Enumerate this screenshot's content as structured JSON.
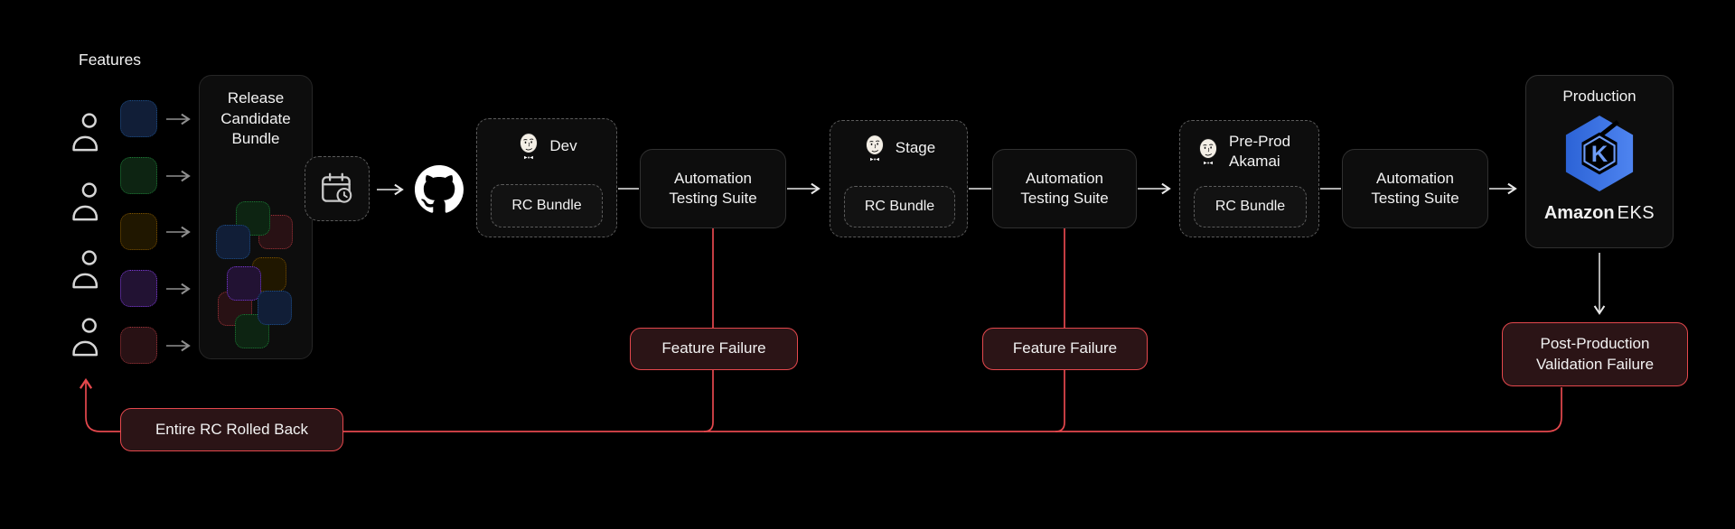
{
  "palette": {
    "red": "#e5484d",
    "red_fill": "#2b1416",
    "box_fill": "#0d0d0d",
    "solid_border": "#303030",
    "dash_border": "#5c5c5c",
    "line_bright": "#e8e8e8",
    "line_dim": "#8f8f8f",
    "text": "#f2f2f2",
    "eks_blue_dark": "#2c63d6",
    "eks_blue_light": "#4e84f0",
    "eks_blue_accent": "#6d9bf5"
  },
  "features": {
    "title": "Features",
    "person_icon": "person-icon",
    "items": [
      {
        "color_name": "blue",
        "border": "#1d4e89",
        "fill": "#111e37"
      },
      {
        "color_name": "green",
        "border": "#1c7a35",
        "fill": "#0d2412"
      },
      {
        "color_name": "amber",
        "border": "#7d5200",
        "fill": "#201700"
      },
      {
        "color_name": "purple",
        "border": "#7d3bd9",
        "fill": "#221233"
      },
      {
        "color_name": "red",
        "border": "#a03439",
        "fill": "#281114"
      }
    ]
  },
  "bundle": {
    "title": "Release Candidate Bundle",
    "squares": [
      {
        "color_name": "green",
        "border": "#1c7a35",
        "fill": "#0d2412"
      },
      {
        "color_name": "red",
        "border": "#a03439",
        "fill": "#281114"
      },
      {
        "color_name": "blue",
        "border": "#1d4e89",
        "fill": "#111e37"
      },
      {
        "color_name": "amber",
        "border": "#7d5200",
        "fill": "#201700"
      },
      {
        "color_name": "purple",
        "border": "#7d3bd9",
        "fill": "#221233"
      },
      {
        "color_name": "red",
        "border": "#a03439",
        "fill": "#281114"
      },
      {
        "color_name": "blue",
        "border": "#1d4e89",
        "fill": "#111e37"
      },
      {
        "color_name": "green",
        "border": "#1c7a35",
        "fill": "#0d2412"
      }
    ]
  },
  "scheduler": {
    "icon": "calendar-clock-icon"
  },
  "source_control": {
    "icon": "github-icon"
  },
  "pipeline": {
    "rc_bundle_label": "RC Bundle",
    "automation_label": "Automation Testing Suite",
    "engine_icon": "jenkins-icon",
    "environments": [
      {
        "label": "Dev"
      },
      {
        "label": "Stage"
      },
      {
        "label": "Pre-Prod Akamai"
      }
    ]
  },
  "production": {
    "title": "Production",
    "logo_letter": "K",
    "brand_bold": "Amazon",
    "brand_light": "EKS"
  },
  "failures": {
    "feature_failure": "Feature Failure",
    "post_production": "Post-Production Validation Failure",
    "rollback": "Entire RC Rolled Back"
  }
}
